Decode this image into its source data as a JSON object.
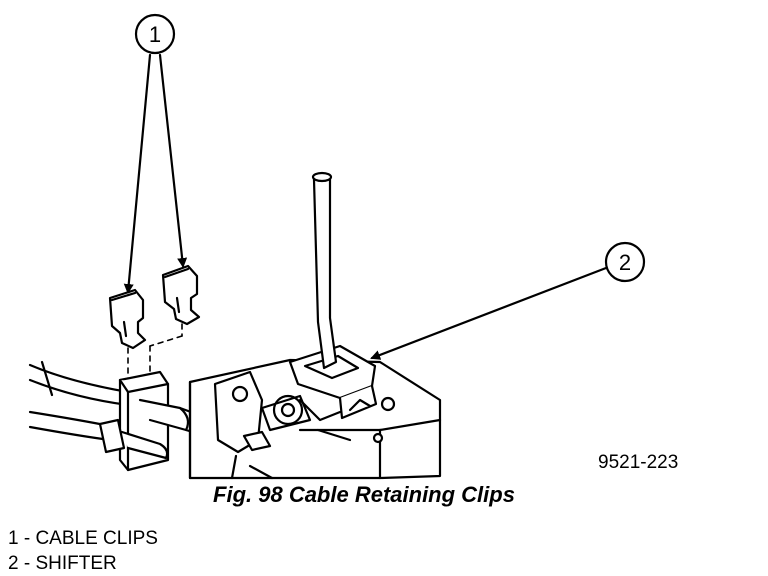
{
  "callouts": [
    {
      "number": "1"
    },
    {
      "number": "2"
    }
  ],
  "reference_code": "9521-223",
  "caption": "Fig. 98 Cable Retaining Clips",
  "legend": [
    "1 - CABLE CLIPS",
    "2 - SHIFTER"
  ]
}
